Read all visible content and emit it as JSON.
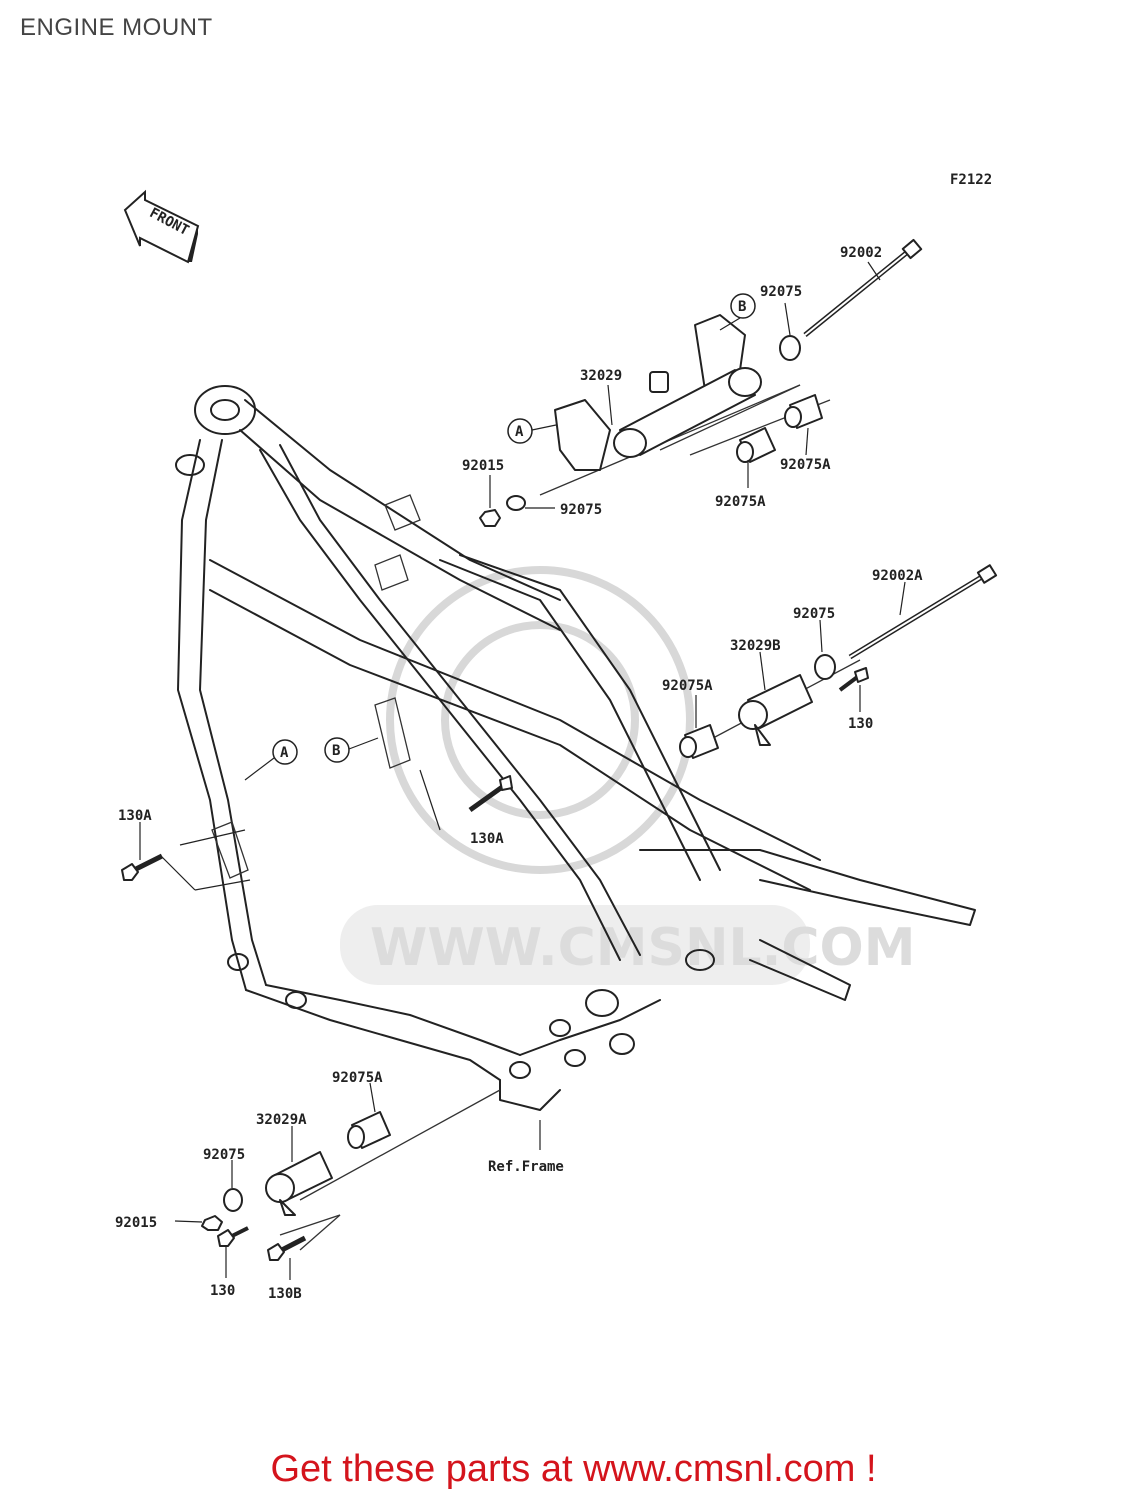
{
  "header": {
    "title": "ENGINE MOUNT"
  },
  "diagram": {
    "figure_code": "F2122",
    "front_arrow": "FRONT",
    "ref_frame_label": "Ref.Frame",
    "watermark_text": "WWW.CMSNL.COM",
    "callouts": {
      "a_top": "A",
      "b_top": "B",
      "a_frame": "A",
      "b_frame": "B"
    },
    "labels": {
      "l92002": "92002",
      "l92075_top": "92075",
      "l32029": "32029",
      "l92075A_right": "92075A",
      "l92075A_mid": "92075A",
      "l92015_top": "92015",
      "l92075_washer": "92075",
      "l92002A": "92002A",
      "l92075_mid": "92075",
      "l32029B": "32029B",
      "l92075A_left": "92075A",
      "l130_mid": "130",
      "l130A_left": "130A",
      "l130A_center": "130A",
      "l92075A_low": "92075A",
      "l32029A": "32029A",
      "l92075_low": "92075",
      "l92015_low": "92015",
      "l130_low": "130",
      "l130B": "130B"
    }
  },
  "footer": {
    "cta_text": "Get these parts at www.cmsnl.com !",
    "cta_color": "#d4141c"
  }
}
